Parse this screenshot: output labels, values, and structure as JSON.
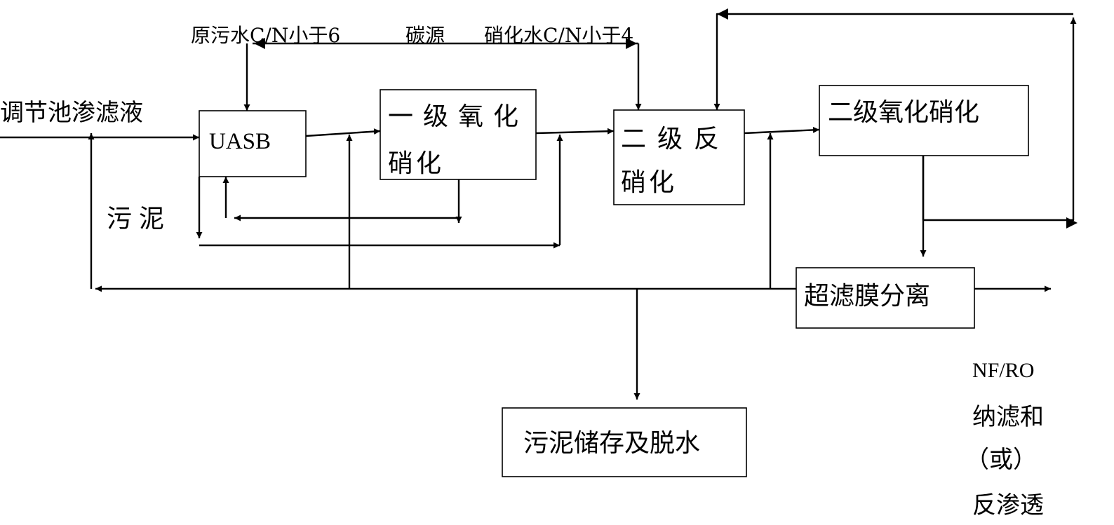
{
  "nodes": {
    "uasb": "UASB",
    "stage1_line1": "一级氧化",
    "stage1_line2": "硝化",
    "stage2_denit_line1": "二级反",
    "stage2_denit_line2": "硝化",
    "stage2_nitrif": "二级氧化硝化",
    "ultrafiltration": "超滤膜分离",
    "sludge_storage": "污泥储存及脱水"
  },
  "labels": {
    "inlet": "调节池渗滤液",
    "raw_cn": "原污水C/N小于6",
    "carbon_source": "碳源",
    "nitrified_cn": "硝化水C/N小于4",
    "sludge": "污泥",
    "nfro_line1": "NF/RO",
    "nfro_line2": "纳滤和",
    "nfro_line3": "（或）",
    "nfro_line4": "反渗透"
  }
}
